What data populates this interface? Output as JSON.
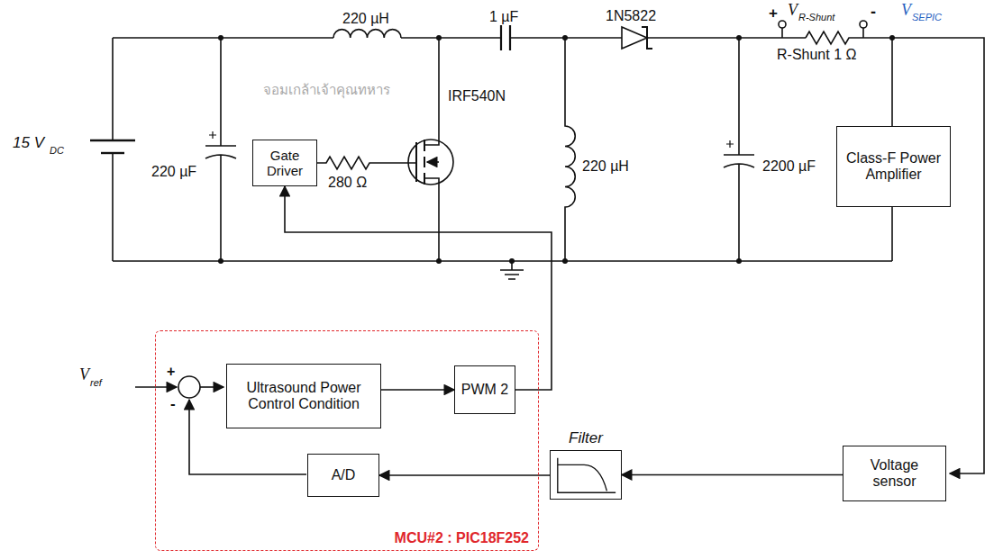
{
  "diagram": {
    "nodes": [
      {
        "text": [
          "Gate Driver"
        ]
      },
      {
        "text": [
          "Class-F Power Amplifier"
        ]
      },
      {
        "text": [
          "MCU#2 : PIC18F252"
        ]
      },
      {
        "text": [
          "Ultrasound Power Control Condition"
        ],
        "in": 2
      },
      {
        "text": [
          "PWM 2"
        ],
        "in": 2
      },
      {
        "text": [
          "A/D"
        ],
        "in": 2
      },
      {
        "text": [
          "Filter"
        ]
      },
      {
        "text": [
          "Voltage sensor"
        ]
      }
    ],
    "edges": [
      {
        "from": 3,
        "to": 4,
        "arrow": "to"
      },
      {
        "from": 4,
        "to": 0,
        "arrow": "to"
      },
      {
        "from": 7,
        "to": 6,
        "arrow": "to"
      },
      {
        "from": 6,
        "to": 5,
        "arrow": "to"
      }
    ],
    "labels": [
      "220 µH",
      "1 µF",
      "1N5822",
      "+",
      "V",
      "R-Shunt",
      "-",
      "V",
      "SEPIC",
      "15 V",
      "DC",
      "220 µF",
      "280 Ω",
      "IRF540N",
      "220 µH",
      "2200 µF",
      "R-Shunt 1 Ω",
      "V",
      "ref",
      "+",
      "-",
      "จอมเกล้าเจ้าคุณทหาร"
    ]
  }
}
